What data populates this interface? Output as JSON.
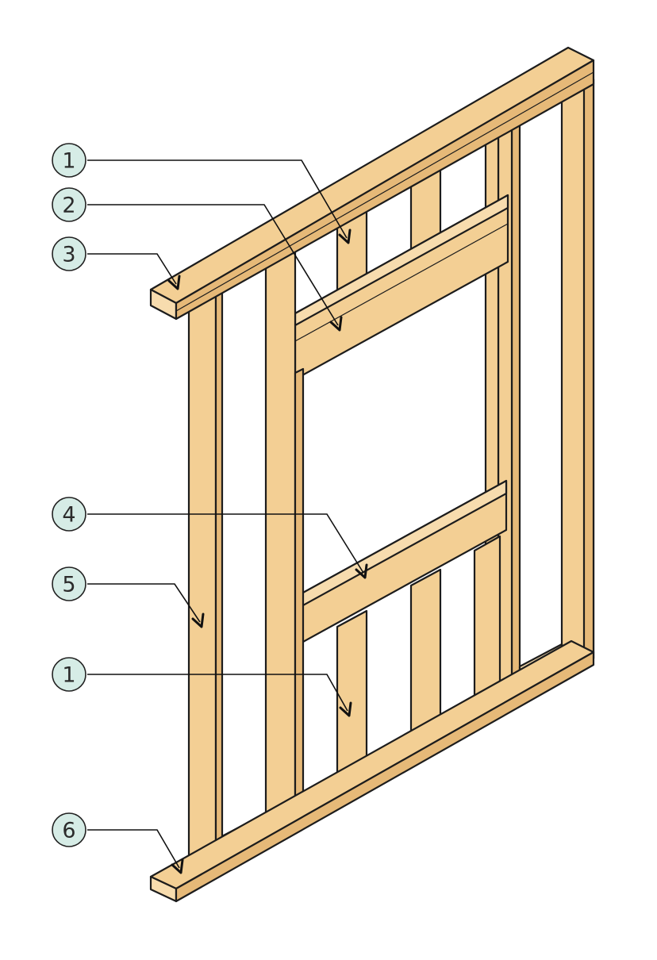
{
  "colors": {
    "wood_face": "#f3cf94",
    "wood_side": "#e6b978",
    "wood_end": "#f7dcae",
    "outline": "#1c1c1c",
    "callout_fill": "#d6ece6",
    "callout_stroke": "#222222"
  },
  "callouts": [
    {
      "id": "c1a",
      "number": "1"
    },
    {
      "id": "c2",
      "number": "2"
    },
    {
      "id": "c3",
      "number": "3"
    },
    {
      "id": "c4",
      "number": "4"
    },
    {
      "id": "c5",
      "number": "5"
    },
    {
      "id": "c1b",
      "number": "1"
    },
    {
      "id": "c6",
      "number": "6"
    }
  ]
}
